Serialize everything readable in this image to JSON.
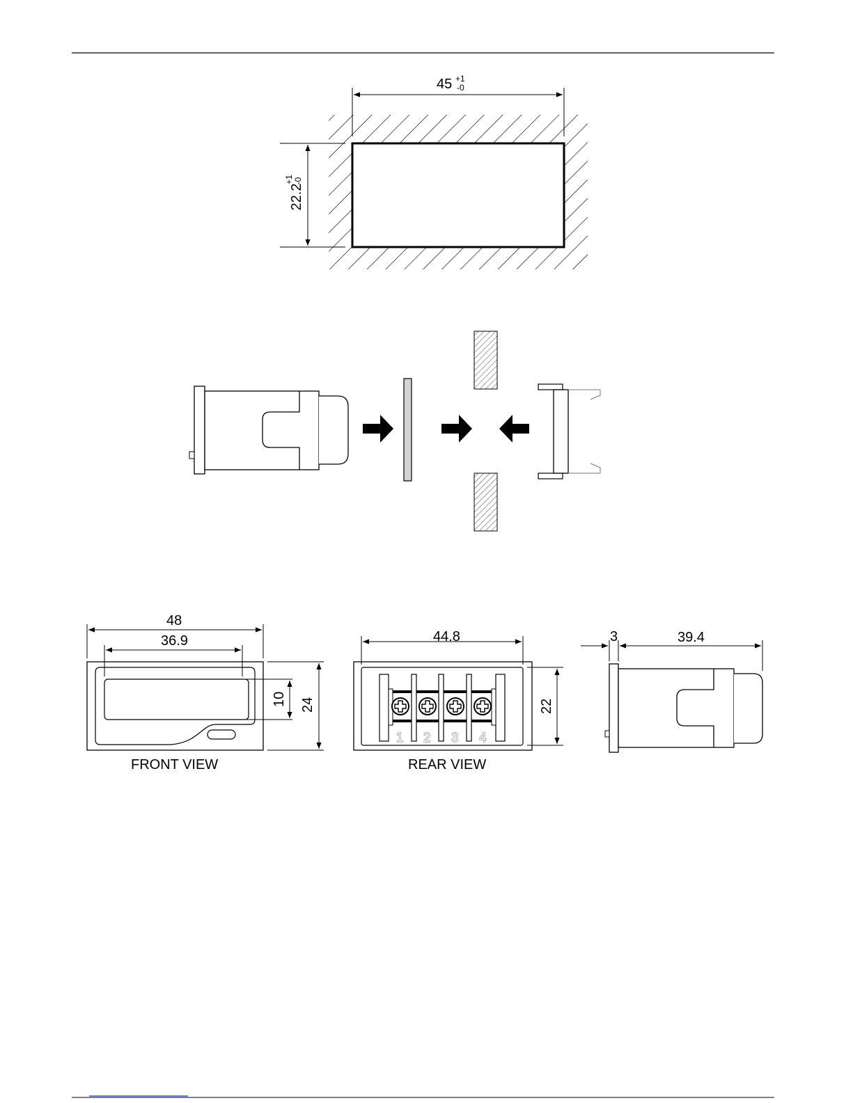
{
  "panel_cutout": {
    "width_label": "45",
    "width_tol_plus": "+1",
    "width_tol_minus": "-0",
    "height_label": "22.2",
    "height_tol_plus": "+1",
    "height_tol_minus": "-0"
  },
  "front_view": {
    "caption": "FRONT VIEW",
    "overall_width": "48",
    "window_width": "36.9",
    "window_height": "10",
    "overall_height": "24"
  },
  "rear_view": {
    "caption": "REAR VIEW",
    "width": "44.8",
    "height": "22",
    "terminals": [
      "1",
      "2",
      "3",
      "4"
    ]
  },
  "side_view": {
    "bezel_depth": "3",
    "body_depth": "39.4"
  }
}
